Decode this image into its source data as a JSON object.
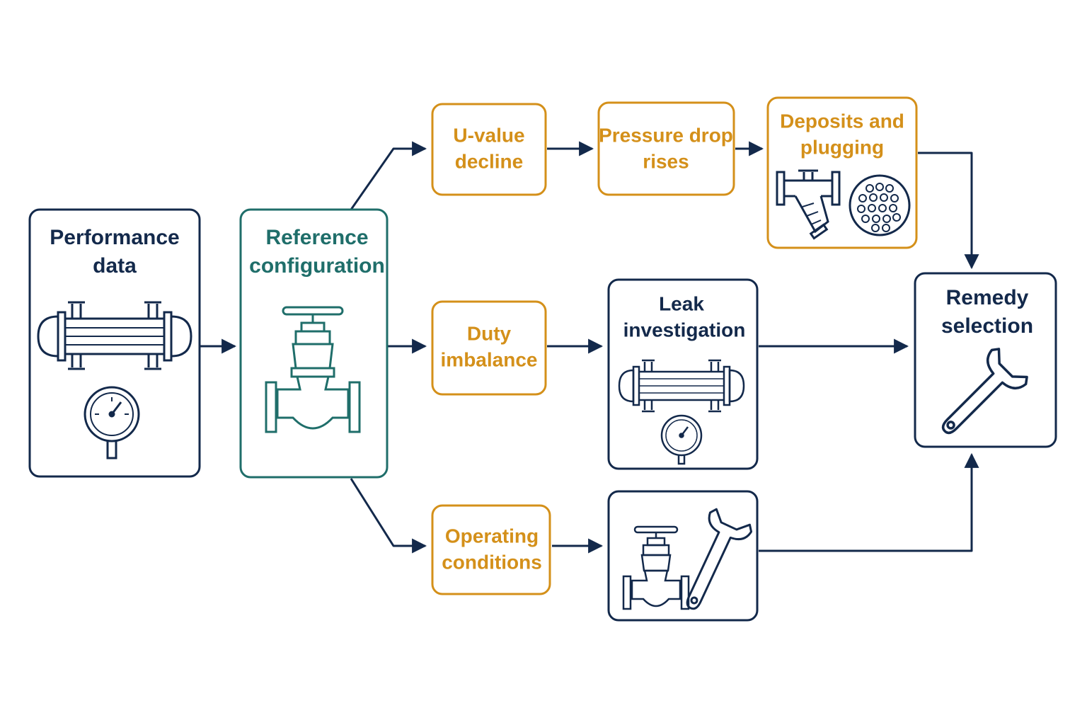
{
  "colors": {
    "navy": "#13294b",
    "teal": "#1f6e6a",
    "amber": "#d4901a"
  },
  "nodes": {
    "performance_data": {
      "line1": "Performance",
      "line2": "data",
      "icons": [
        "heat-exchanger-icon",
        "pressure-gauge-icon"
      ]
    },
    "reference_configuration": {
      "line1": "Reference",
      "line2": "configuration",
      "icons": [
        "gate-valve-icon"
      ]
    },
    "u_value_decline": {
      "line1": "U-value",
      "line2": "decline"
    },
    "pressure_drop_rises": {
      "line1": "Pressure drop",
      "line2": "rises"
    },
    "deposits_and_plugging": {
      "line1": "Deposits and",
      "line2": "plugging",
      "icons": [
        "strainer-icon",
        "tube-sheet-icon"
      ]
    },
    "duty_imbalance": {
      "line1": "Duty",
      "line2": "imbalance"
    },
    "leak_investigation": {
      "line1": "Leak",
      "line2": "investigation",
      "icons": [
        "heat-exchanger-icon",
        "pressure-gauge-icon"
      ]
    },
    "operating_conditions": {
      "line1": "Operating",
      "line2": "conditions"
    },
    "operating_adjustment": {
      "icons": [
        "gate-valve-icon",
        "wrench-icon"
      ]
    },
    "remedy_selection": {
      "line1": "Remedy",
      "line2": "selection",
      "icons": [
        "wrench-icon"
      ]
    }
  },
  "edges": [
    [
      "performance_data",
      "reference_configuration"
    ],
    [
      "reference_configuration",
      "u_value_decline"
    ],
    [
      "reference_configuration",
      "duty_imbalance"
    ],
    [
      "reference_configuration",
      "operating_conditions"
    ],
    [
      "u_value_decline",
      "pressure_drop_rises"
    ],
    [
      "pressure_drop_rises",
      "deposits_and_plugging"
    ],
    [
      "deposits_and_plugging",
      "remedy_selection"
    ],
    [
      "duty_imbalance",
      "leak_investigation"
    ],
    [
      "leak_investigation",
      "remedy_selection"
    ],
    [
      "operating_conditions",
      "operating_adjustment"
    ],
    [
      "operating_adjustment",
      "remedy_selection"
    ]
  ]
}
